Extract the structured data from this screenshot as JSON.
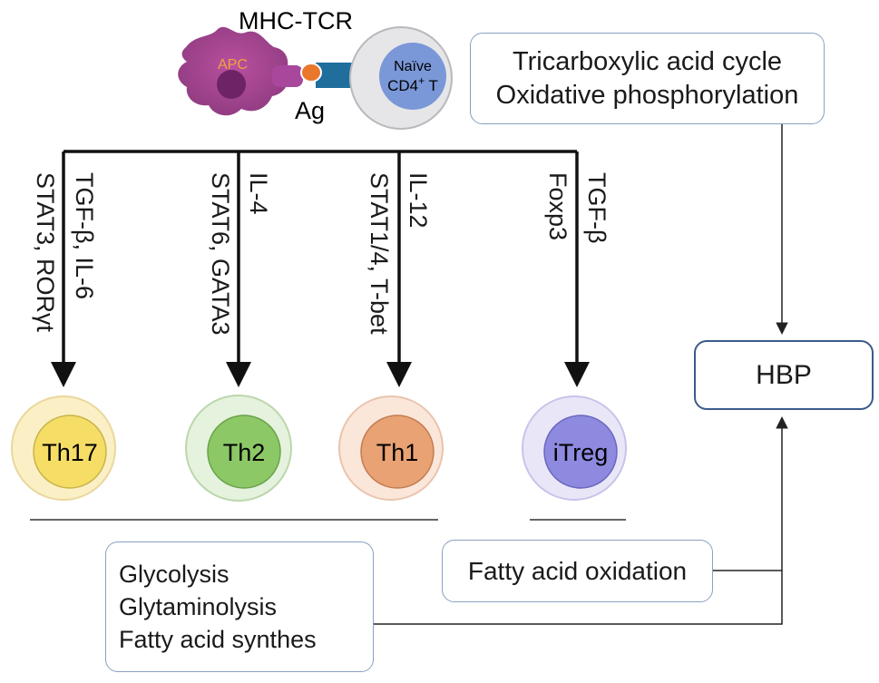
{
  "header": {
    "receptor_label": "MHC-TCR",
    "apc_label": "APC",
    "antigen_label": "Ag",
    "naive_label_line1": "Naïve",
    "naive_label_line2": "CD4",
    "naive_label_sup": "+",
    "naive_label_suffix": " T"
  },
  "pathways": [
    {
      "cell": "Th17",
      "cytokine": "TGF-β, IL-6",
      "factors": "STAT3, RORγt",
      "color": "#f5dd66"
    },
    {
      "cell": "Th2",
      "cytokine": "IL-4",
      "factors": "STAT6, GATA3",
      "color": "#8cc866"
    },
    {
      "cell": "Th1",
      "cytokine": "IL-12",
      "factors": "STAT1/4, T-bet",
      "color": "#e9a274"
    },
    {
      "cell": "iTreg",
      "cytokine": "TGF-β",
      "factors": "Foxp3",
      "color": "#8d8ae0"
    }
  ],
  "metabolism": {
    "tca_line1": "Tricarboxylic acid cycle",
    "tca_line2": "Oxidative phosphorylation",
    "hbp": "HBP",
    "glyco_line1": "Glycolysis",
    "glyco_line2": "Glytaminolysis",
    "glyco_line3": "Fatty acid synthes",
    "fao": "Fatty acid oxidation"
  }
}
